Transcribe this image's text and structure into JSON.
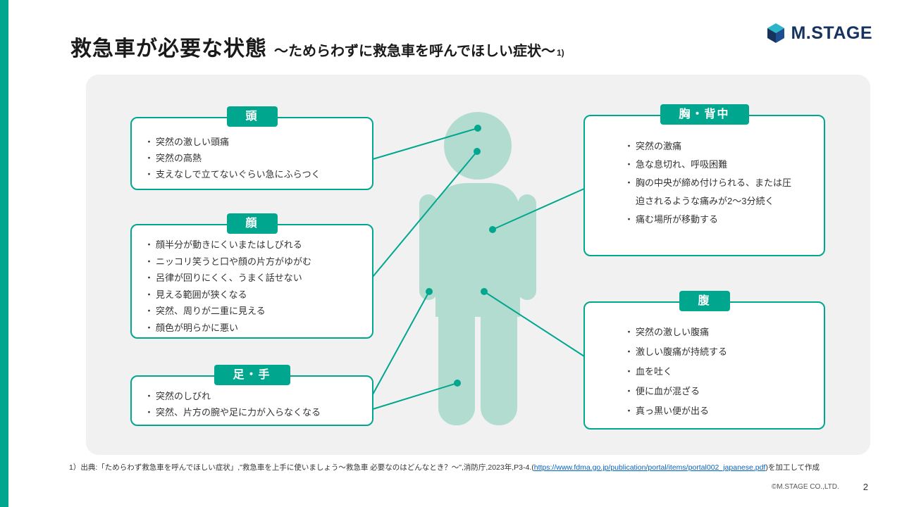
{
  "accent_color": "#00a78e",
  "figure_color": "#b3dcd0",
  "title": {
    "main": "救急車が必要な状態",
    "sub": "〜ためらわずに救急車を呼んでほしい症状〜",
    "ref_mark": "1)"
  },
  "logo": {
    "name": "M.STAGE"
  },
  "boxes": [
    {
      "label": "頭",
      "items": [
        "突然の激しい頭痛",
        "突然の高熱",
        "支えなしで立てないぐらい急にふらつく"
      ]
    },
    {
      "label": "顔",
      "items": [
        "顔半分が動きにくいまたはしびれる",
        "ニッコリ笑うと口や顔の片方がゆがむ",
        "呂律が回りにくく、うまく話せない",
        "見える範囲が狭くなる",
        "突然、周りが二重に見える",
        "顔色が明らかに悪い"
      ]
    },
    {
      "label": "足・手",
      "items": [
        "突然のしびれ",
        "突然、片方の腕や足に力が入らなくなる"
      ]
    },
    {
      "label": "胸・背中",
      "items": [
        "突然の激痛",
        "急な息切れ、呼吸困難",
        "胸の中央が締め付けられる、または圧迫されるような痛みが2〜3分続く",
        "痛む場所が移動する"
      ]
    },
    {
      "label": "腹",
      "items": [
        "突然の激しい腹痛",
        "激しい腹痛が持続する",
        "血を吐く",
        "便に血が混ざる",
        "真っ黒い便が出る"
      ]
    }
  ],
  "footnote": {
    "before_link": "1）出典:「ためらわず救急車を呼んでほしい症状」,\"救急車を上手に使いましょう〜救急車 必要なのはどんなとき？〜\",消防庁,2023年,P3-4.(",
    "link_text": "https://www.fdma.go.jp/publication/portal/items/portal002_japanese.pdf",
    "after_link": ")を加工して作成"
  },
  "footer": {
    "copyright": "©M.STAGE CO.,LTD.",
    "page_number": "2"
  }
}
